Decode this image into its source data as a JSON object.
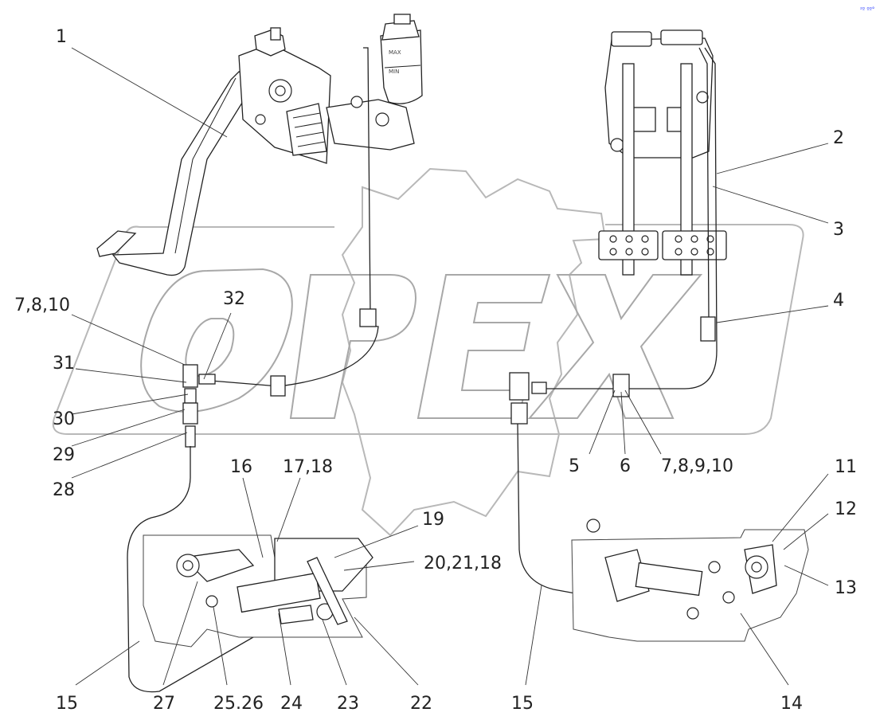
{
  "diagram": {
    "reservoir_marks": {
      "max": "MAX",
      "min": "MIN"
    },
    "corner_mark": "²º ºº°",
    "callouts": [
      {
        "id": "c1",
        "text": "1"
      },
      {
        "id": "c2",
        "text": "2"
      },
      {
        "id": "c3",
        "text": "3"
      },
      {
        "id": "c4",
        "text": "4"
      },
      {
        "id": "c5",
        "text": "5"
      },
      {
        "id": "c6",
        "text": "6"
      },
      {
        "id": "c7",
        "text": "7,8,9,10"
      },
      {
        "id": "c8",
        "text": "7,8,10"
      },
      {
        "id": "c9",
        "text": "32"
      },
      {
        "id": "c10",
        "text": "31"
      },
      {
        "id": "c11",
        "text": "30"
      },
      {
        "id": "c12",
        "text": "29"
      },
      {
        "id": "c13",
        "text": "28"
      },
      {
        "id": "c14",
        "text": "16"
      },
      {
        "id": "c15",
        "text": "17,18"
      },
      {
        "id": "c16",
        "text": "19"
      },
      {
        "id": "c17",
        "text": "20,21,18"
      },
      {
        "id": "c18",
        "text": "11"
      },
      {
        "id": "c19",
        "text": "12"
      },
      {
        "id": "c20",
        "text": "13"
      },
      {
        "id": "c21",
        "text": "14"
      },
      {
        "id": "c22",
        "text": "15"
      },
      {
        "id": "c23",
        "text": "15"
      },
      {
        "id": "c24",
        "text": "27"
      },
      {
        "id": "c25",
        "text": "25.26"
      },
      {
        "id": "c26",
        "text": "24"
      },
      {
        "id": "c27",
        "text": "23"
      },
      {
        "id": "c28",
        "text": "22"
      }
    ]
  }
}
